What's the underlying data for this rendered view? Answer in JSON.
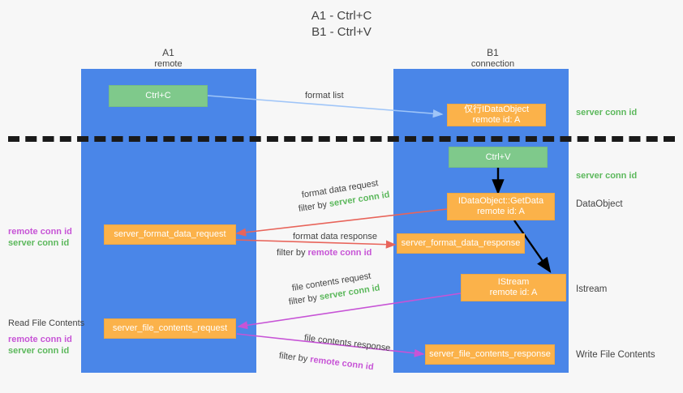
{
  "title": {
    "line1": "A1 - Ctrl+C",
    "line2": "B1 - Ctrl+V"
  },
  "lanes": [
    {
      "name": "A1",
      "sub": "remote"
    },
    {
      "name": "B1",
      "sub": "connection"
    }
  ],
  "nodes": {
    "ctrl_c": {
      "label": "Ctrl+C"
    },
    "idataobject_top": {
      "line1": "仅行IDataObject",
      "line2": "remote id: A"
    },
    "ctrl_v": {
      "label": "Ctrl+V"
    },
    "getdata": {
      "line1": "IDataObject::GetData",
      "line2": "remote id: A"
    },
    "istream": {
      "line1": "IStream",
      "line2": "remote id: A"
    },
    "server_format_data_request": {
      "label": "server_format_data_request"
    },
    "server_format_data_response": {
      "label": "server_format_data_response"
    },
    "server_file_contents_request": {
      "label": "server_file_contents_request"
    },
    "server_file_contents_response": {
      "label": "server_file_contents_response"
    }
  },
  "edges": {
    "format_list": {
      "label": "format list"
    },
    "format_data_request": {
      "label": "format data request",
      "filter_prefix": "filter by ",
      "filter_value": "server conn id"
    },
    "format_data_response": {
      "label": "format data response",
      "filter_prefix": "filter by ",
      "filter_value": "remote conn id"
    },
    "file_contents_request": {
      "label": "file contents request",
      "filter_prefix": "filter by ",
      "filter_value": "server conn id"
    },
    "file_contents_response": {
      "label": "file contents response",
      "filter_prefix": "filter by ",
      "filter_value": "remote conn id"
    }
  },
  "annotations": {
    "right_server_conn_id_1": "server conn id",
    "right_server_conn_id_2": "server conn id",
    "right_dataobject": "DataObject",
    "right_istream": "Istream",
    "right_write_file_contents": "Write File Contents",
    "left_remote_conn_id_1": "remote conn id",
    "left_server_conn_id_1": "server conn id",
    "left_read_file_contents": "Read File Contents",
    "left_remote_conn_id_2": "remote conn id",
    "left_server_conn_id_2": "server conn id"
  },
  "colors": {
    "lane": "#4a86e8",
    "green_node": "#7fc98b",
    "orange_node": "#fbb24a",
    "green_text": "#5cb85c",
    "magenta_text": "#c754d6",
    "arrow_blue": "#9fc5f8",
    "arrow_red": "#e8645a",
    "arrow_magenta": "#c754d6",
    "arrow_black": "#000000",
    "divider": "#1a1a1a",
    "background": "#f7f7f7"
  }
}
